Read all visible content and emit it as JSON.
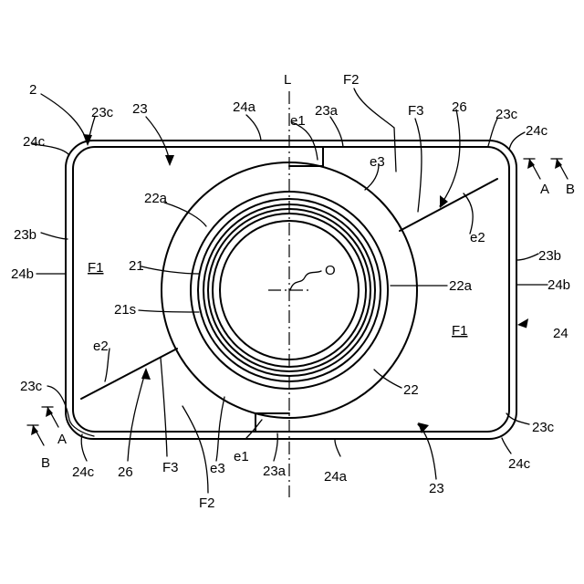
{
  "figure_ref": "2",
  "axis_label": "L",
  "center_label": "O",
  "labels": {
    "l_2": "2",
    "l_23_top": "23",
    "l_23c_tl": "23c",
    "l_24a_top": "24a",
    "l_24c_tl": "24c",
    "l_e1_top": "e1",
    "l_23a_top": "23a",
    "l_F2_top": "F2",
    "l_F3_top": "F3",
    "l_26_top": "26",
    "l_23c_tr": "23c",
    "l_24c_tr": "24c",
    "l_e3_top": "e3",
    "l_A_tr": "A",
    "l_B_tr": "B",
    "l_22a_left": "22a",
    "l_e2_right": "e2",
    "l_23b_left": "23b",
    "l_F1_left": "F1",
    "l_24b_left": "24b",
    "l_21": "21",
    "l_22a_right": "22a",
    "l_23b_right": "23b",
    "l_24b_right": "24b",
    "l_21s": "21s",
    "l_F1_right": "F1",
    "l_24": "24",
    "l_e2_left": "e2",
    "l_22": "22",
    "l_23c_bl": "23c",
    "l_23c_br": "23c",
    "l_A_bl": "A",
    "l_B_bl": "B",
    "l_24c_bl": "24c",
    "l_26_bottom": "26",
    "l_F3_bottom": "F3",
    "l_e3_bottom": "e3",
    "l_e1_bottom": "e1",
    "l_23a_bottom": "23a",
    "l_24a_bottom": "24a",
    "l_23_bottom": "23",
    "l_24c_br": "24c",
    "l_F2_bottom": "F2"
  }
}
